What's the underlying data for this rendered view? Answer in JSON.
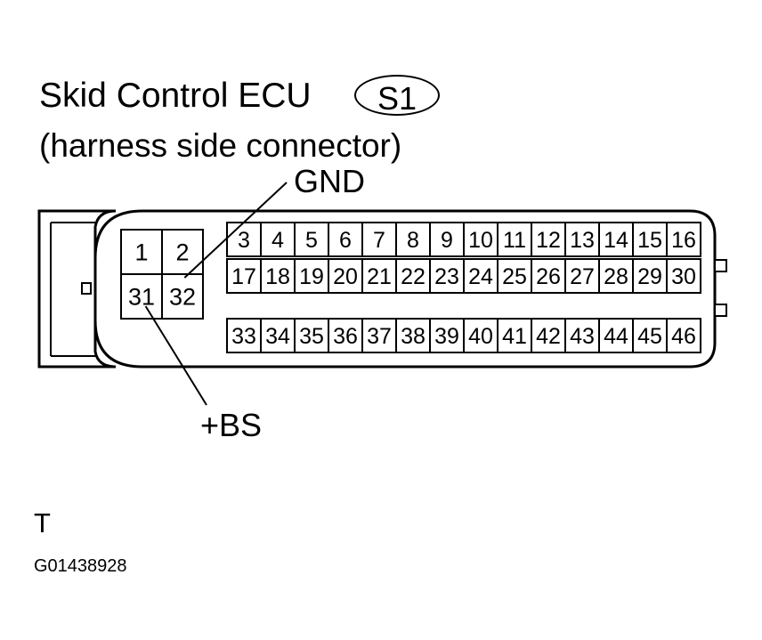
{
  "title": "Skid Control ECU",
  "connector_badge": "S1",
  "subtitle": "(harness side connector)",
  "labels": {
    "gnd": "GND",
    "bs": "+BS"
  },
  "code_letter": "T",
  "code_number": "G01438928",
  "pins": {
    "left_block": [
      [
        "1",
        "2"
      ],
      [
        "31",
        "32"
      ]
    ],
    "main_block": [
      [
        "3",
        "4",
        "5",
        "6",
        "7",
        "8",
        "9",
        "10",
        "11",
        "12",
        "13",
        "14",
        "15",
        "16"
      ],
      [
        "17",
        "18",
        "19",
        "20",
        "21",
        "22",
        "23",
        "24",
        "25",
        "26",
        "27",
        "28",
        "29",
        "30"
      ],
      [
        "33",
        "34",
        "35",
        "36",
        "37",
        "38",
        "39",
        "40",
        "41",
        "42",
        "43",
        "44",
        "45",
        "46"
      ]
    ]
  },
  "callouts": [
    {
      "label_key": "gnd",
      "pin": "32"
    },
    {
      "label_key": "bs",
      "pin": "31"
    }
  ]
}
